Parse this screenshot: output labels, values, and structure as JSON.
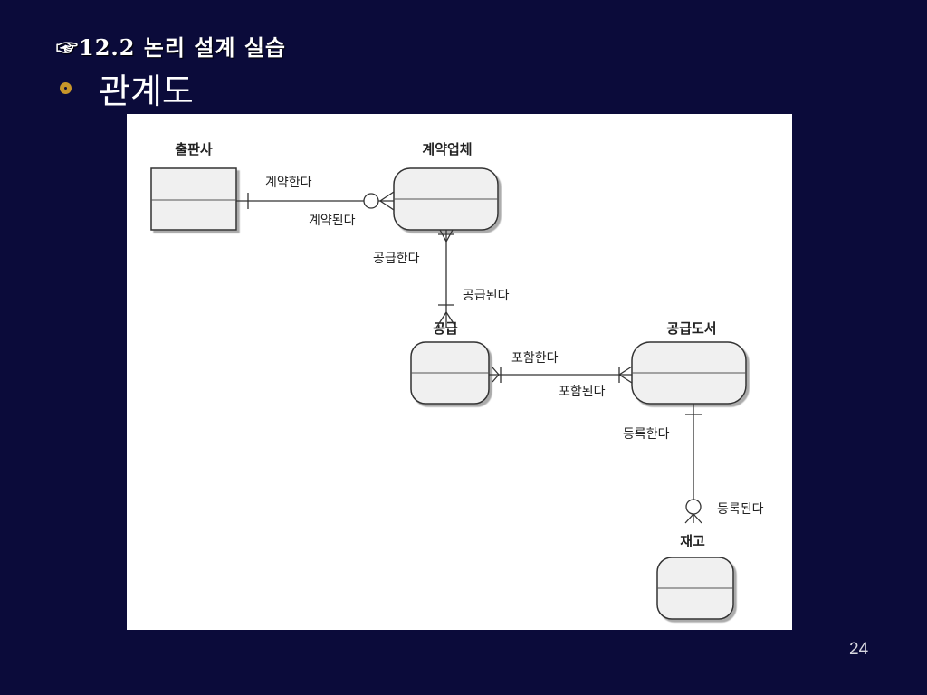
{
  "slide": {
    "section_title": "☞12.2 논리 설계 실습",
    "bullet": "관계도",
    "page_number": "24"
  },
  "diagram": {
    "entities": {
      "publisher": "출판사",
      "contractor": "계약업체",
      "supply": "공급",
      "supplied_book": "공급도서",
      "inventory": "재고"
    },
    "relationships": {
      "contract_forward": "계약한다",
      "contract_reverse": "계약된다",
      "supply_forward": "공급한다",
      "supply_reverse": "공급된다",
      "include_forward": "포함한다",
      "include_reverse": "포함된다",
      "register_forward": "등록한다",
      "register_reverse": "등록된다"
    }
  }
}
